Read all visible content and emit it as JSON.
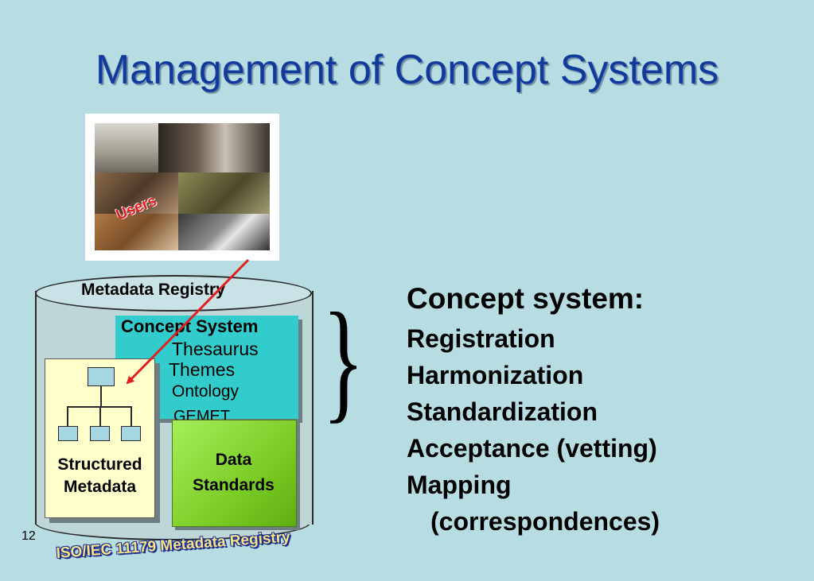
{
  "slide": {
    "title": "Management of Concept Systems",
    "page_number": "12"
  },
  "photo": {
    "overlay_text": "Users"
  },
  "diagram": {
    "registry_label": "Metadata Registry",
    "concept_system": {
      "title": "Concept System",
      "items": [
        "Thesaurus",
        "Themes",
        "Ontology",
        "GEMET"
      ]
    },
    "structured_metadata": {
      "line1": "Structured",
      "line2": "Metadata"
    },
    "data_standards": {
      "line1": "Data",
      "line2": "Standards"
    },
    "footer_label": "ISO/IEC 11179 Metadata Registry"
  },
  "concept_list": {
    "heading": "Concept system:",
    "items": [
      "Registration",
      "Harmonization",
      "Standardization",
      "Acceptance (vetting)",
      "Mapping",
      "(correspondences)"
    ]
  },
  "colors": {
    "background": "#b7dde2",
    "title": "#123a9c",
    "concept_system_box": "#33cccc",
    "structured_metadata_box": "#ffffcc",
    "data_standards_box": "#7ccc26",
    "arrow": "#e31e1e",
    "footer_label_fill": "#f7e38a",
    "footer_label_outline": "#1d2f8f"
  }
}
